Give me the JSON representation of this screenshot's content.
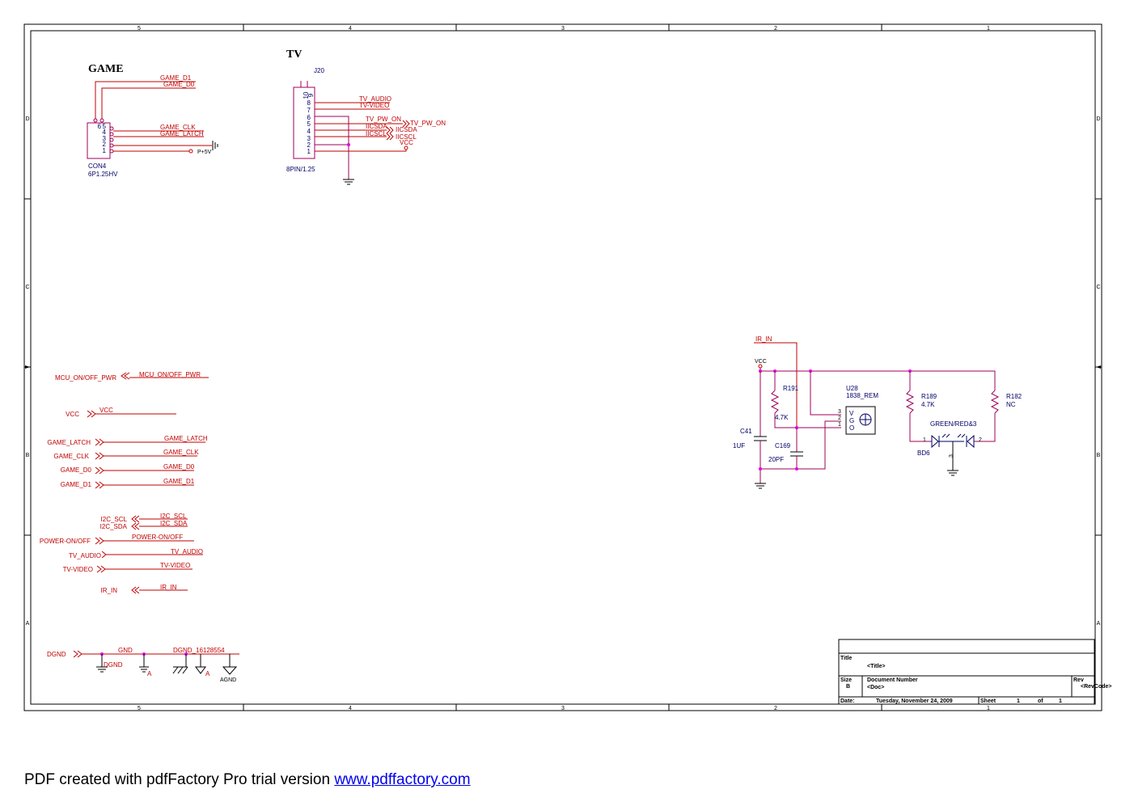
{
  "frame": {
    "columns": [
      "5",
      "4",
      "3",
      "2",
      "1"
    ],
    "rows": [
      "D",
      "C",
      "B",
      "A"
    ]
  },
  "sections": {
    "game": "GAME",
    "tv": "TV"
  },
  "game_connector": {
    "ref": "CON4",
    "part": "6P1.25HV",
    "pins": [
      "6",
      "5",
      "4",
      "3",
      "2",
      "1"
    ],
    "nets": {
      "d1": "GAME_D1",
      "d0": "GAME_D0",
      "clk": "GAME_CLK",
      "latch": "GAME_LATCH",
      "power": "P+5V"
    }
  },
  "tv_connector": {
    "ref": "J20",
    "part": "8PIN/1.25",
    "pins": [
      "10",
      "9",
      "8",
      "7",
      "6",
      "5",
      "4",
      "3",
      "2",
      "1"
    ],
    "nets": {
      "audio": "TV_AUDIO",
      "video": "TV-VIDEO",
      "pw_on": "TV_PW_ON",
      "pw_on_port": "TV_PW_ON",
      "sda": "IICSDA",
      "sda_port": "IICSDA",
      "scl": "IICSCL",
      "scl_port": "IICSCL",
      "vcc": "VCC"
    }
  },
  "ports": [
    {
      "port": "MCU_ON/OFF_PWR",
      "net": "MCU_ON/OFF_PWR"
    },
    {
      "port": "VCC",
      "net": "VCC"
    },
    {
      "port": "GAME_LATCH",
      "net": "GAME_LATCH"
    },
    {
      "port": "GAME_CLK",
      "net": "GAME_CLK"
    },
    {
      "port": "GAME_D0",
      "net": "GAME_D0"
    },
    {
      "port": "GAME_D1",
      "net": "GAME_D1"
    },
    {
      "port": "I2C_SCL",
      "net": "I2C_SCL"
    },
    {
      "port": "I2C_SDA",
      "net": "I2C_SDA"
    },
    {
      "port": "POWER-ON/OFF",
      "net": "POWER-ON/OFF"
    },
    {
      "port": "TV_AUDIO",
      "net": "TV_AUDIO"
    },
    {
      "port": "TV-VIDEO",
      "net": "TV-VIDEO"
    },
    {
      "port": "IR_IN",
      "net": "IR_IN"
    }
  ],
  "ground": {
    "port": "DGND",
    "gnd": "GND",
    "dgnd": "DGND",
    "net": "DGND_16128554",
    "agnd": "AGND",
    "a1": "A",
    "a2": "A"
  },
  "ir": {
    "net": "IR_IN",
    "vcc": "VCC",
    "r191": {
      "ref": "R191",
      "value": "4.7K"
    },
    "u28": {
      "ref": "U28",
      "part": "1838_REM",
      "pins": [
        "3",
        "2",
        "1"
      ],
      "pin_names": [
        "V",
        "G",
        "O"
      ]
    },
    "c41": {
      "ref": "C41",
      "value": "1UF"
    },
    "c169": {
      "ref": "C169",
      "value": "20PF"
    },
    "r189": {
      "ref": "R189",
      "value": "4.7K"
    },
    "r182": {
      "ref": "R182",
      "value": "NC"
    },
    "led": {
      "ref": "BD6",
      "part": "GREEN/RED&3",
      "pins": [
        "1",
        "2",
        "3"
      ]
    }
  },
  "title_block": {
    "title_label": "Title",
    "title": "<Title>",
    "size_label": "Size",
    "size": "B",
    "doc_label": "Document Number",
    "doc": "<Doc>",
    "rev_label": "Rev",
    "rev": "<RevCode>",
    "date_label": "Date:",
    "date": "Tuesday, November 24, 2009",
    "sheet_label": "Sheet",
    "sheet": "1",
    "of_label": "of",
    "of": "1"
  },
  "footer": {
    "text": "PDF created with pdfFactory Pro trial version ",
    "link": "www.pdffactory.com"
  }
}
